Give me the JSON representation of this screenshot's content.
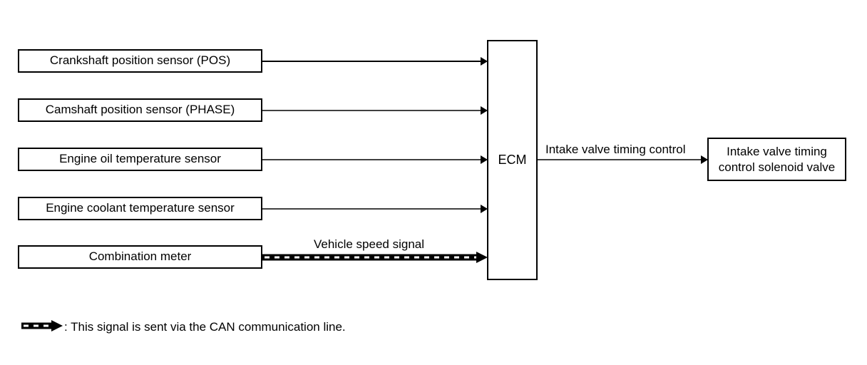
{
  "inputs": [
    {
      "label": "Crankshaft position sensor (POS)"
    },
    {
      "label": "Camshaft position sensor (PHASE)"
    },
    {
      "label": "Engine oil temperature sensor"
    },
    {
      "label": "Engine coolant temperature sensor"
    },
    {
      "label": "Combination meter"
    }
  ],
  "ecm": {
    "label": "ECM"
  },
  "vehicle_speed_signal": {
    "label": "Vehicle speed signal"
  },
  "output_signal": {
    "label": "Intake valve timing control"
  },
  "output": {
    "line1": "Intake valve timing",
    "line2": "control solenoid valve"
  },
  "legend": {
    "text": ": This signal is sent via the CAN communication line."
  }
}
